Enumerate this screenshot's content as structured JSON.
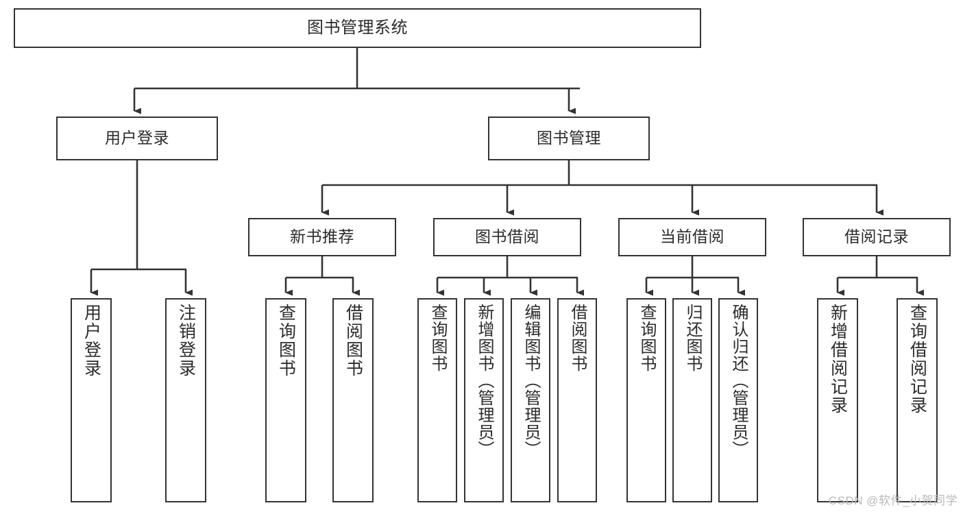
{
  "diagram": {
    "title": "图书管理系统",
    "type": "tree",
    "watermark": "CSDN @软件_小贺同学",
    "colors": {
      "background": "#ffffff",
      "node_border": "#333333",
      "node_fill": "#ffffff",
      "text": "#2b2b2b",
      "edge": "#333333",
      "watermark": "#b9b9b9"
    },
    "levels": {
      "root": [
        "图书管理系统"
      ],
      "level2": [
        "用户登录",
        "图书管理"
      ],
      "level3": [
        "新书推荐",
        "图书借阅",
        "当前借阅",
        "借阅记录"
      ],
      "leaves": [
        "用户登录",
        "注销登录",
        "查询图书",
        "借阅图书",
        "查询图书",
        "新增图书（管理员）",
        "编辑图书（管理员）",
        "借阅图书",
        "查询图书",
        "归还图书",
        "确认归还（管理员）",
        "新增借阅记录",
        "查询借阅记录"
      ]
    },
    "nodes": {
      "root": {
        "label": "图书管理系统"
      },
      "user_login": {
        "label": "用户登录"
      },
      "book_manage": {
        "label": "图书管理"
      },
      "new_book_rec": {
        "label": "新书推荐"
      },
      "book_borrow": {
        "label": "图书借阅"
      },
      "current_borrow": {
        "label": "当前借阅"
      },
      "borrow_record": {
        "label": "借阅记录"
      },
      "leaf_user_login": {
        "label": "用户登录"
      },
      "leaf_logout": {
        "label": "注销登录"
      },
      "leaf_query_book_1": {
        "label": "查询图书"
      },
      "leaf_borrow_book_1": {
        "label": "借阅图书"
      },
      "leaf_query_book_2": {
        "label": "查询图书"
      },
      "leaf_add_book": {
        "label": "新增图书（管理员）"
      },
      "leaf_edit_book": {
        "label": "编辑图书（管理员）"
      },
      "leaf_borrow_book_2": {
        "label": "借阅图书"
      },
      "leaf_query_book_3": {
        "label": "查询图书"
      },
      "leaf_return_book": {
        "label": "归还图书"
      },
      "leaf_confirm_return": {
        "label": "确认归还（管理员）"
      },
      "leaf_add_record": {
        "label": "新增借阅记录"
      },
      "leaf_query_record": {
        "label": "查询借阅记录"
      }
    },
    "edges": [
      {
        "from": "root",
        "to": "user_login"
      },
      {
        "from": "root",
        "to": "book_manage"
      },
      {
        "from": "user_login",
        "to": "leaf_user_login"
      },
      {
        "from": "user_login",
        "to": "leaf_logout"
      },
      {
        "from": "book_manage",
        "to": "new_book_rec"
      },
      {
        "from": "book_manage",
        "to": "book_borrow"
      },
      {
        "from": "book_manage",
        "to": "current_borrow"
      },
      {
        "from": "book_manage",
        "to": "borrow_record"
      },
      {
        "from": "new_book_rec",
        "to": "leaf_query_book_1"
      },
      {
        "from": "new_book_rec",
        "to": "leaf_borrow_book_1"
      },
      {
        "from": "book_borrow",
        "to": "leaf_query_book_2"
      },
      {
        "from": "book_borrow",
        "to": "leaf_add_book"
      },
      {
        "from": "book_borrow",
        "to": "leaf_edit_book"
      },
      {
        "from": "book_borrow",
        "to": "leaf_borrow_book_2"
      },
      {
        "from": "current_borrow",
        "to": "leaf_query_book_3"
      },
      {
        "from": "current_borrow",
        "to": "leaf_return_book"
      },
      {
        "from": "current_borrow",
        "to": "leaf_confirm_return"
      },
      {
        "from": "borrow_record",
        "to": "leaf_add_record"
      },
      {
        "from": "borrow_record",
        "to": "leaf_query_record"
      }
    ]
  }
}
